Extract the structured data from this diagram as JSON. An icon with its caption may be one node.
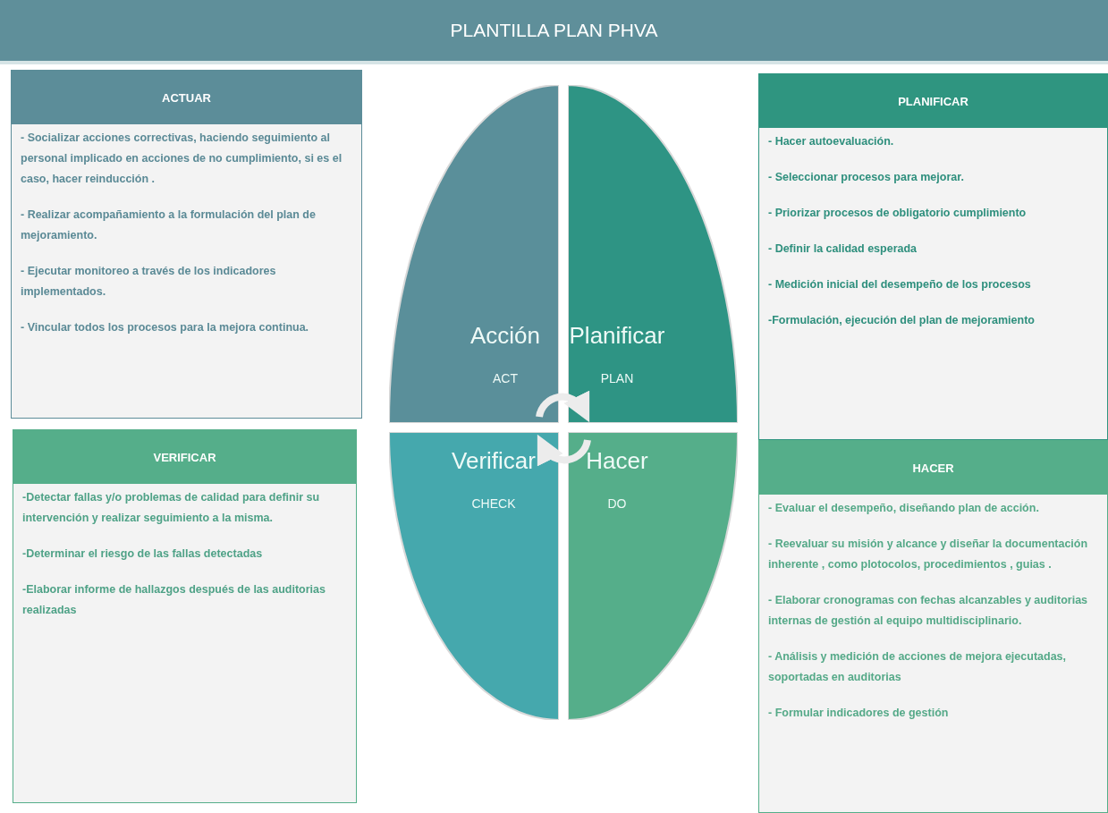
{
  "diagram": {
    "title": "PLANTILLA PLAN PHVA",
    "nodes": [
      {
        "text": [
          "ACTUAR",
          "- Socializar acciones correctivas, haciendo seguimiento al personal implicado en acciones de no cumplimiento, si es el caso, hacer reinducción .",
          "- Realizar acompañamiento a la formulación del plan de mejoramiento.",
          "- Ejecutar monitoreo a través de los indicadores implementados.",
          "- Vincular todos los procesos para la mejora continua."
        ]
      },
      {
        "text": [
          "VERIFICAR",
          "-Detectar fallas y/o problemas de calidad para definir su intervención y realizar seguimiento a la misma.",
          "-Determinar el riesgo de las fallas detectadas",
          "-Elaborar informe de hallazgos después de las auditorias realizadas"
        ]
      },
      {
        "text": [
          "Acción",
          "ACT"
        ]
      },
      {
        "text": [
          "Planificar",
          "PLAN"
        ]
      },
      {
        "text": [
          "Verificar",
          "CHECK"
        ]
      },
      {
        "text": [
          "Hacer",
          "DO"
        ]
      },
      {
        "text": [
          "PLANIFICAR",
          "- Hacer autoevaluación.",
          "- Seleccionar procesos para mejorar.",
          "- Priorizar procesos de obligatorio cumplimiento",
          "- Definir la calidad esperada",
          "- Medición inicial del desempeño de los procesos",
          "-Formulación, ejecución del plan de mejoramiento"
        ]
      },
      {
        "text": [
          "HACER",
          "- Evaluar el desempeño, diseñando plan de acción.",
          "- Reevaluar su misión y alcance y diseñar la documentación inherente , como plotocolos, procedimientos , guias .",
          "- Elaborar cronogramas con fechas alcanzables y auditorias internas de gestión al equipo multidisciplinario.",
          "- Análisis y medición de acciones de mejora ejecutadas, soportadas en auditorias",
          "- Formular indicadores de gestión"
        ]
      }
    ],
    "edges": [
      {
        "from": 2,
        "to": 3,
        "arrow": "to"
      },
      {
        "from": 5,
        "to": 4,
        "arrow": "to"
      }
    ]
  }
}
